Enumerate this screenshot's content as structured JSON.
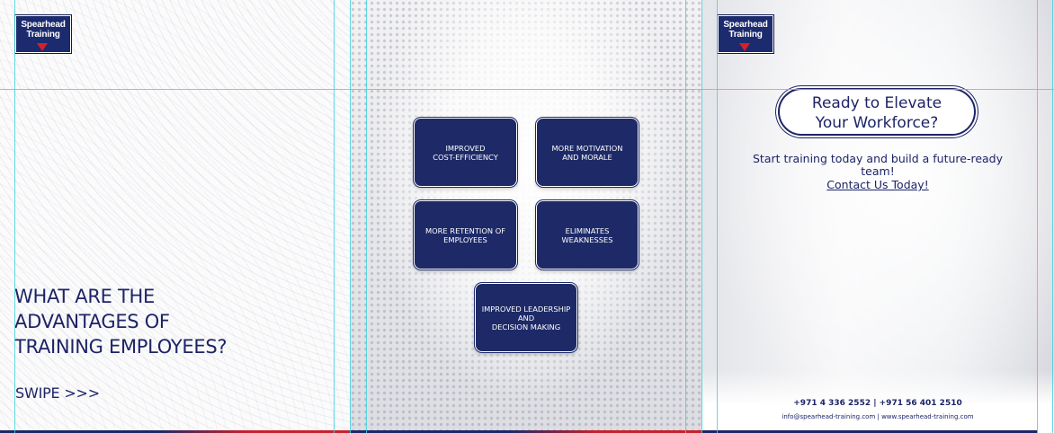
{
  "brand": {
    "logo_line1": "Spearhead",
    "logo_line2": "Training",
    "navy": "#1d2466",
    "red": "#c8202a",
    "guide_color": "#45d1dd"
  },
  "slide1": {
    "headline": [
      "WHAT ARE THE",
      "ADVANTAGES OF",
      "TRAINING EMPLOYEES?"
    ],
    "swipe": "SWIPE >>>"
  },
  "slide2": {
    "tiles": [
      [
        "IMPROVED",
        "COST-EFFICIENCY"
      ],
      [
        "MORE MOTIVATION",
        "AND MORALE"
      ],
      [
        "MORE RETENTION OF",
        "EMPLOYEES"
      ],
      [
        "ELIMINATES",
        "WEAKNESSES"
      ],
      [
        "IMPROVED LEADERSHIP",
        "AND",
        "DECISION MAKING"
      ]
    ]
  },
  "slide3": {
    "title": [
      "Ready to Elevate",
      "Your Workforce?"
    ],
    "sub_line1": "Start training today and build a future-ready",
    "sub_line2": "team!",
    "cta": "Contact Us Today!",
    "phones": "+971 4 336 2552 | +971 56 401 2510",
    "emails": "info@spearhead-training.com | www.spearhead-training.com"
  }
}
